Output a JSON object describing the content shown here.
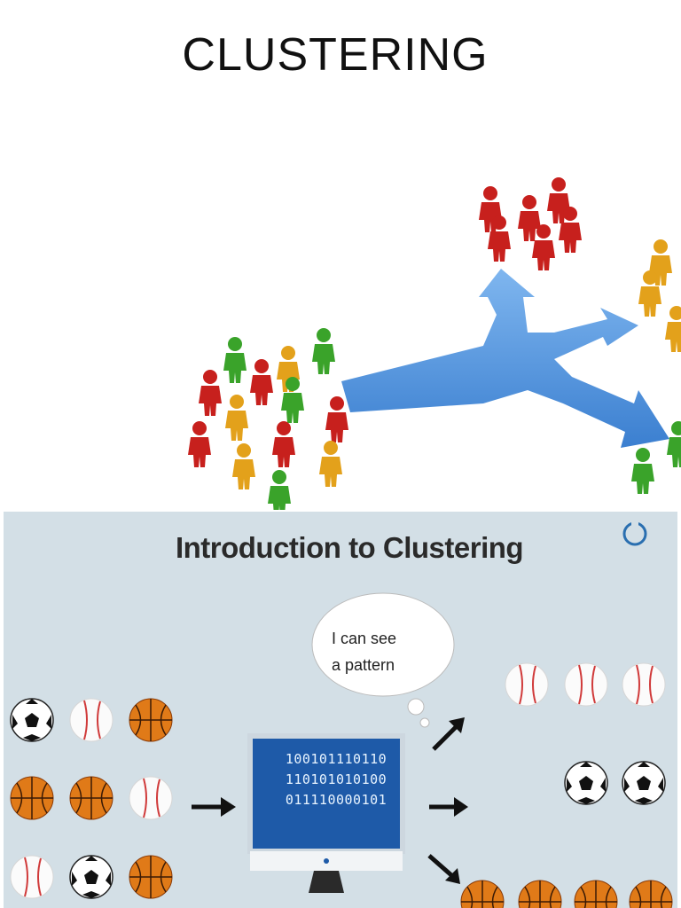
{
  "slide": {
    "title": "CLUSTERING"
  },
  "intro_image": {
    "title": "Introduction to Clustering",
    "bubble_lines": [
      "I can see",
      "a pattern"
    ],
    "binary_lines": [
      "100101110110",
      "110101010100",
      "011110000101"
    ]
  },
  "colors": {
    "red": "#c7201d",
    "green": "#3aa32a",
    "orange": "#e3a11b",
    "arrow_blue": "#4a8fdc",
    "monitor_blue": "#1e5aa8",
    "panel_bg": "#d3dfe6"
  }
}
